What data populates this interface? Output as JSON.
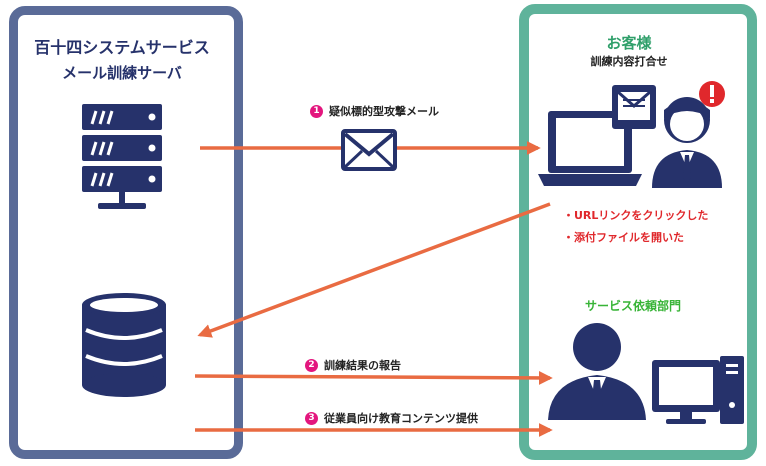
{
  "left_panel": {
    "title": "百十四システムサービス",
    "subtitle": "メール訓練サーバ"
  },
  "right_panel": {
    "title": "お客様",
    "subtitle": "訓練内容打合せ",
    "actions": [
      "・URLリンクをクリックした",
      "・添付ファイルを開いた"
    ],
    "department": "サービス依頼部門"
  },
  "steps": [
    {
      "number": "1",
      "label": "疑似標的型攻撃メール"
    },
    {
      "number": "2",
      "label": "訓練結果の報告"
    },
    {
      "number": "3",
      "label": "従業員向け教育コンテンツ提供"
    }
  ],
  "colors": {
    "left_border": "#5a6b98",
    "right_border": "#5fb39b",
    "icon_navy": "#26326b",
    "arrow": "#e96b42",
    "step_badge": "#e3167e",
    "action_text": "#e0282c",
    "department_text": "#38b437",
    "customer_title": "#2f9f6a"
  },
  "icons": [
    "server-icon",
    "envelope-icon",
    "laptop-icon",
    "user-icon",
    "alert-icon",
    "database-icon",
    "desktop-pc-icon"
  ]
}
